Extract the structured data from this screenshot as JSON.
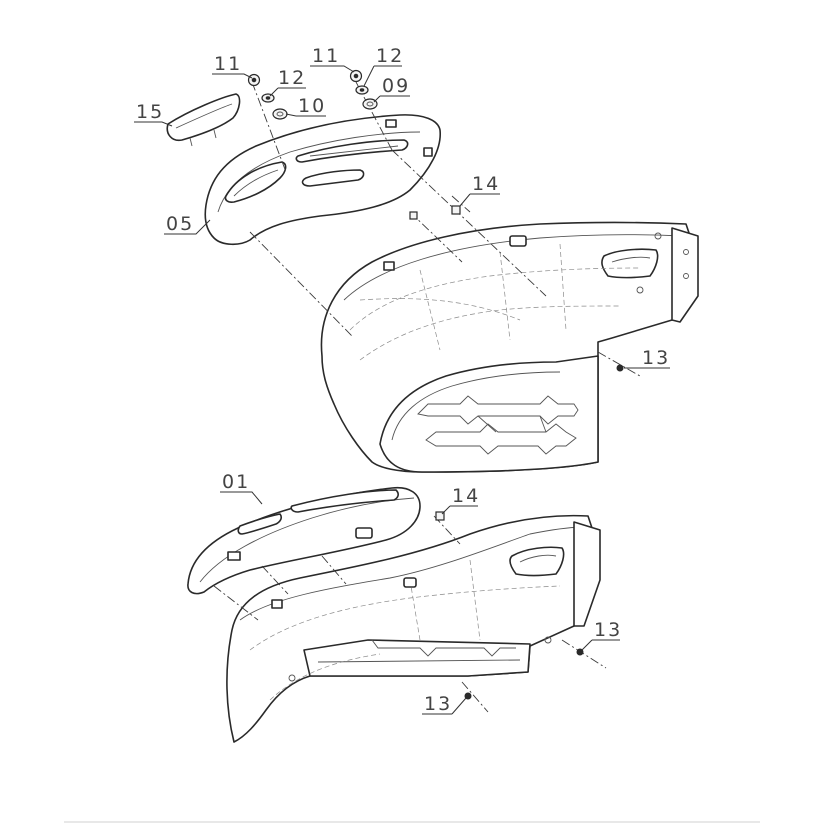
{
  "callouts": [
    {
      "id": "c-11a",
      "text": "11"
    },
    {
      "id": "c-12a",
      "text": "12"
    },
    {
      "id": "c-10",
      "text": "10"
    },
    {
      "id": "c-11b",
      "text": "11"
    },
    {
      "id": "c-12b",
      "text": "12"
    },
    {
      "id": "c-09",
      "text": "09"
    },
    {
      "id": "c-15",
      "text": "15"
    },
    {
      "id": "c-05",
      "text": "05"
    },
    {
      "id": "c-14a",
      "text": "14"
    },
    {
      "id": "c-13a",
      "text": "13"
    },
    {
      "id": "c-01",
      "text": "01"
    },
    {
      "id": "c-14b",
      "text": "14"
    },
    {
      "id": "c-13b",
      "text": "13"
    },
    {
      "id": "c-13c",
      "text": "13"
    }
  ]
}
